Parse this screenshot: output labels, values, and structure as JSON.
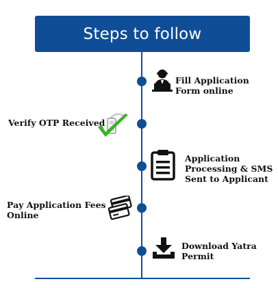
{
  "header": {
    "title": "Steps to follow"
  },
  "steps": [
    {
      "lines": [
        "Fill Application",
        "Form online"
      ],
      "side": "right",
      "icon": "user-laptop-icon"
    },
    {
      "lines": [
        "Verify OTP Received"
      ],
      "side": "left",
      "icon": "phone-checkmark-icon"
    },
    {
      "lines": [
        "Application",
        "Processing & SMS",
        "Sent to Applicant"
      ],
      "side": "right",
      "icon": "clipboard-icon"
    },
    {
      "lines": [
        "Pay Application Fees",
        "Online"
      ],
      "side": "left",
      "icon": "credit-cards-icon"
    },
    {
      "lines": [
        "Download Yatra",
        "Permit"
      ],
      "side": "right",
      "icon": "download-icon"
    }
  ],
  "colors": {
    "primary": "#0f4e96",
    "check": "#3db02b",
    "text": "#111111"
  }
}
